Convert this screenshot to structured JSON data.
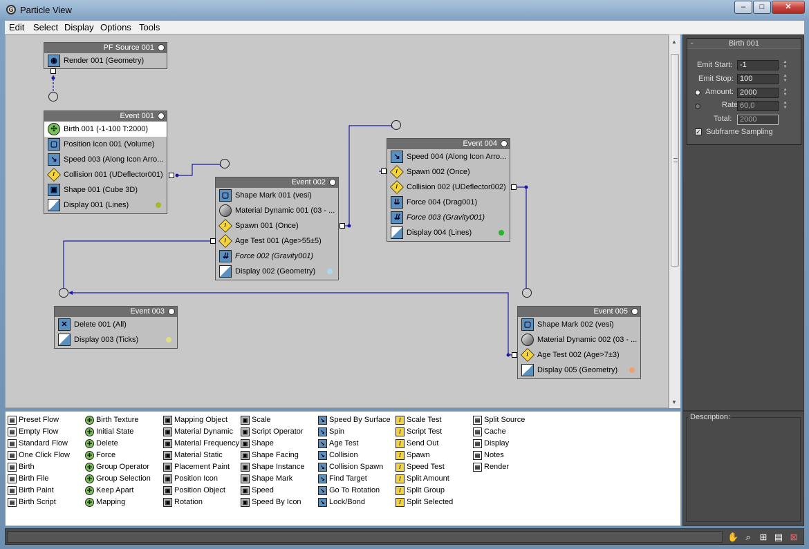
{
  "window": {
    "title": "Particle View",
    "minimize": "‒",
    "maximize": "□",
    "close": "✕"
  },
  "menu": [
    "Edit",
    "Select",
    "Display",
    "Options",
    "Tools"
  ],
  "nodes": {
    "pf_source": {
      "title": "PF Source 001",
      "ops": [
        "Render 001 (Geometry)"
      ]
    },
    "event001": {
      "title": "Event 001",
      "ops": [
        "Birth 001 (-1-100 T:2000)",
        "Position Icon 001 (Volume)",
        "Speed 003 (Along Icon Arro...",
        "Collision 001 (UDeflector001)",
        "Shape 001 (Cube 3D)",
        "Display 001 (Lines)"
      ]
    },
    "event002": {
      "title": "Event 002",
      "ops": [
        "Shape Mark 001 (vesi)",
        "Material Dynamic 001 (03 - ...",
        "Spawn 001 (Once)",
        "Age Test 001 (Age>55±5)",
        "Force 002 (Gravity001)",
        "Display 002 (Geometry)"
      ]
    },
    "event003": {
      "title": "Event 003",
      "ops": [
        "Delete 001 (All)",
        "Display 003 (Ticks)"
      ]
    },
    "event004": {
      "title": "Event 004",
      "ops": [
        "Speed 004 (Along Icon Arro...",
        "Spawn 002 (Once)",
        "Collision 002 (UDeflector002)",
        "Force 004 (Drag001)",
        "Force 003 (Gravity001)",
        "Display 004 (Lines)"
      ]
    },
    "event005": {
      "title": "Event 005",
      "ops": [
        "Shape Mark 002 (vesi)",
        "Material Dynamic 002 (03 - ...",
        "Age Test 002 (Age>7±3)",
        "Display 005 (Geometry)"
      ]
    }
  },
  "display_colors": {
    "event001": "#a7b82a",
    "event002": "#a9d8f0",
    "event003": "#e0e080",
    "event004": "#22b822",
    "event005": "#f0a070"
  },
  "birth_panel": {
    "title": "Birth 001",
    "collapse": "-",
    "emit_start_label": "Emit Start:",
    "emit_start": "-1",
    "emit_stop_label": "Emit Stop:",
    "emit_stop": "100",
    "amount_label": "Amount:",
    "amount": "2000",
    "rate_label": "Rate:",
    "rate": "60,0",
    "total_label": "Total:",
    "total": "2000",
    "subframe_label": "Subframe Sampling"
  },
  "description_label": "Description:",
  "depot": [
    [
      "Preset Flow",
      "Empty Flow",
      "Standard Flow",
      "One Click Flow",
      "Birth",
      "Birth File",
      "Birth Paint",
      "Birth Script"
    ],
    [
      "Birth Texture",
      "Initial State",
      "Delete",
      "Force",
      "Group Operator",
      "Group Selection",
      "Keep Apart",
      "Mapping"
    ],
    [
      "Mapping Object",
      "Material Dynamic",
      "Material Frequency",
      "Material Static",
      "Placement Paint",
      "Position Icon",
      "Position Object",
      "Rotation"
    ],
    [
      "Scale",
      "Script Operator",
      "Shape",
      "Shape Facing",
      "Shape Instance",
      "Shape Mark",
      "Speed",
      "Speed By Icon"
    ],
    [
      "Speed By Surface",
      "Spin",
      "Age Test",
      "Collision",
      "Collision Spawn",
      "Find Target",
      "Go To Rotation",
      "Lock/Bond"
    ],
    [
      "Scale Test",
      "Script Test",
      "Send Out",
      "Spawn",
      "Speed Test",
      "Split Amount",
      "Split Group",
      "Split Selected"
    ],
    [
      "Split Source",
      "Cache",
      "Display",
      "Notes",
      "Render"
    ]
  ]
}
